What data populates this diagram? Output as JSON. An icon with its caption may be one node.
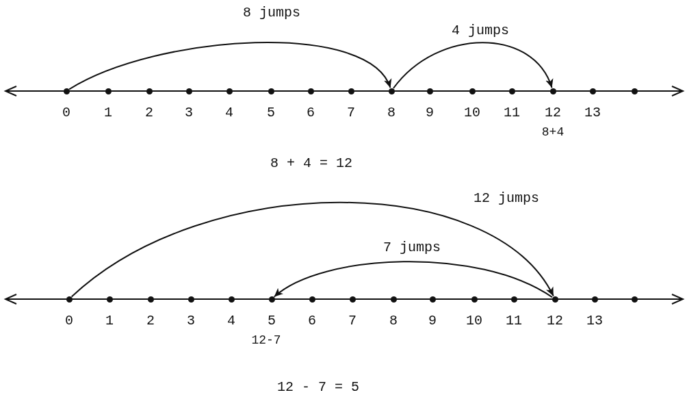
{
  "diagram": {
    "nodes": [
      {
        "text": [],
        "shape": "circle",
        "beside": [
          "0"
        ]
      },
      {
        "text": [],
        "shape": "circle",
        "beside": [
          "1"
        ]
      },
      {
        "text": [],
        "shape": "circle",
        "beside": [
          "2"
        ]
      },
      {
        "text": [],
        "shape": "circle",
        "beside": [
          "3"
        ]
      },
      {
        "text": [],
        "shape": "circle",
        "beside": [
          "4"
        ]
      },
      {
        "text": [],
        "shape": "circle",
        "beside": [
          "5"
        ]
      },
      {
        "text": [],
        "shape": "circle",
        "beside": [
          "6"
        ]
      },
      {
        "text": [],
        "shape": "circle",
        "beside": [
          "7"
        ]
      },
      {
        "text": [],
        "shape": "circle",
        "beside": [
          "8"
        ]
      },
      {
        "text": [],
        "shape": "circle",
        "beside": [
          "9"
        ]
      },
      {
        "text": [],
        "shape": "circle",
        "beside": [
          "10"
        ]
      },
      {
        "text": [],
        "shape": "circle",
        "beside": [
          "11"
        ]
      },
      {
        "text": [],
        "shape": "circle",
        "beside": [
          "12",
          "8+4"
        ]
      },
      {
        "text": [],
        "shape": "circle",
        "beside": [
          "13"
        ]
      },
      {
        "text": [],
        "shape": "circle"
      },
      {
        "text": [],
        "shape": "circle",
        "beside": [
          "0"
        ]
      },
      {
        "text": [],
        "shape": "circle",
        "beside": [
          "1"
        ]
      },
      {
        "text": [],
        "shape": "circle",
        "beside": [
          "2"
        ]
      },
      {
        "text": [],
        "shape": "circle",
        "beside": [
          "3"
        ]
      },
      {
        "text": [],
        "shape": "circle",
        "beside": [
          "4"
        ]
      },
      {
        "text": [],
        "shape": "circle",
        "beside": [
          "5",
          "12-7"
        ]
      },
      {
        "text": [],
        "shape": "circle",
        "beside": [
          "6"
        ]
      },
      {
        "text": [],
        "shape": "circle",
        "beside": [
          "7"
        ]
      },
      {
        "text": [],
        "shape": "circle",
        "beside": [
          "8"
        ]
      },
      {
        "text": [],
        "shape": "circle",
        "beside": [
          "9"
        ]
      },
      {
        "text": [],
        "shape": "circle",
        "beside": [
          "10"
        ]
      },
      {
        "text": [],
        "shape": "circle",
        "beside": [
          "11"
        ]
      },
      {
        "text": [],
        "shape": "circle",
        "beside": [
          "12"
        ]
      },
      {
        "text": [],
        "shape": "circle",
        "beside": [
          "13"
        ]
      },
      {
        "text": [],
        "shape": "circle"
      }
    ],
    "edges": [
      {
        "from": 0,
        "to": 8,
        "arrow": "to",
        "label": "8 jumps"
      },
      {
        "from": 8,
        "to": 12,
        "arrow": "to",
        "label": "4 jumps"
      },
      {
        "from": 15,
        "to": 27,
        "arrow": "to",
        "label": "12 jumps"
      },
      {
        "from": 27,
        "to": 20,
        "arrow": "to",
        "label": "7 jumps"
      }
    ],
    "labels": [
      "8 + 4 = 12",
      "12 - 7 = 5"
    ]
  }
}
